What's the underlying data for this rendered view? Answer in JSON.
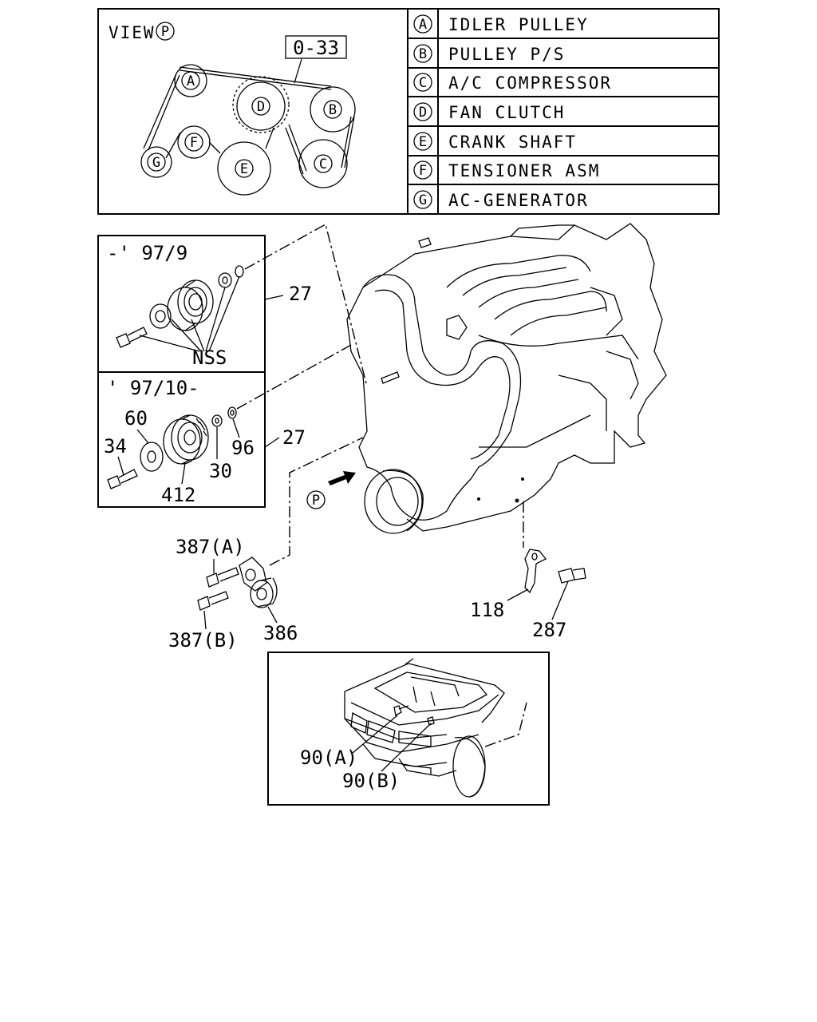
{
  "view_box": {
    "title": "VIEW",
    "view_letter": "P",
    "ref": "0-33",
    "pulley_letters": [
      "A",
      "B",
      "C",
      "D",
      "E",
      "F",
      "G"
    ]
  },
  "legend": [
    {
      "letter": "A",
      "label": "IDLER PULLEY"
    },
    {
      "letter": "B",
      "label": "PULLEY P/S"
    },
    {
      "letter": "C",
      "label": "A/C COMPRESSOR"
    },
    {
      "letter": "D",
      "label": "FAN CLUTCH"
    },
    {
      "letter": "E",
      "label": "CRANK SHAFT"
    },
    {
      "letter": "F",
      "label": "TENSIONER ASM"
    },
    {
      "letter": "G",
      "label": "AC-GENERATOR"
    }
  ],
  "inset_early": {
    "period": "-' 97/9",
    "note": "NSS",
    "callout": "27"
  },
  "inset_late": {
    "period": "' 97/10-",
    "callout": "27",
    "parts": {
      "p60": "60",
      "p34": "34",
      "p412": "412",
      "p30": "30",
      "p96": "96"
    }
  },
  "view_marker": "P",
  "parts": {
    "p387a": "387(A)",
    "p387b": "387(B)",
    "p386": "386",
    "p118": "118",
    "p287": "287"
  },
  "vehicle_inset": {
    "p90a": "90(A)",
    "p90b": "90(B)"
  }
}
